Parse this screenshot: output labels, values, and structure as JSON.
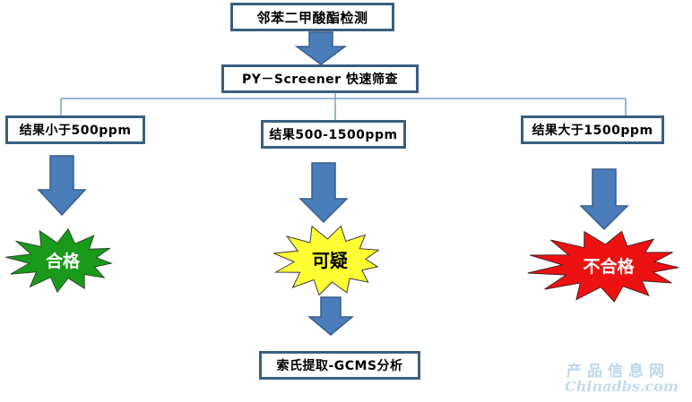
{
  "diagram": {
    "title": "邻苯二甲酸酯检测",
    "screening": "PY－Screener 快速筛查",
    "branches": [
      {
        "condition": "结果小于500ppm",
        "verdict": "合格",
        "color": "#1a9a1a",
        "text_color": "#ffffff"
      },
      {
        "condition": "结果500-1500ppm",
        "verdict": "可疑",
        "color": "#ffff33",
        "text_color": "#000000"
      },
      {
        "condition": "结果大于1500ppm",
        "verdict": "不合格",
        "color": "#ee1111",
        "text_color": "#ffffff"
      }
    ],
    "followup": "索氏提取-GCMS分析"
  },
  "watermark": {
    "line1": "产品信息网",
    "line2": "Chinadbs.com"
  },
  "colors": {
    "arrow": "#4a7ebb",
    "arrow_stroke": "#385d8a",
    "box_border": "#3a5f7f",
    "connector": "#7f9ec4"
  }
}
